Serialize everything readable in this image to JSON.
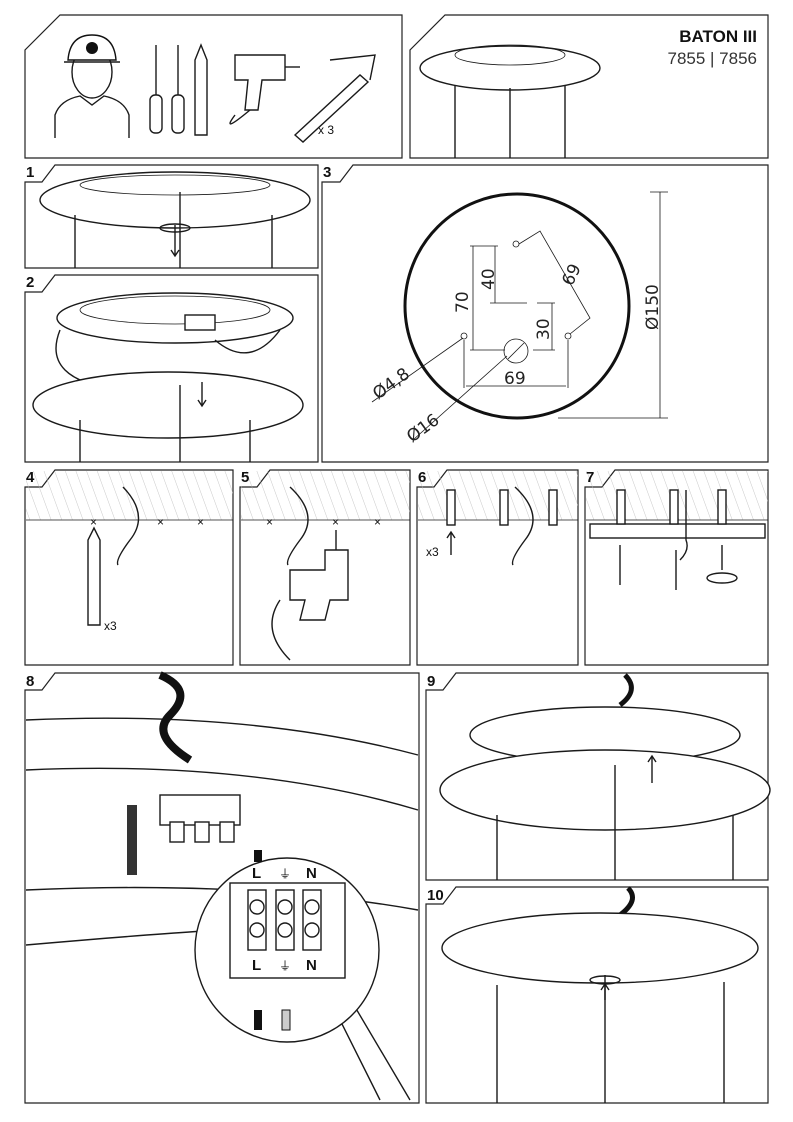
{
  "header": {
    "title": "BATON III",
    "models": "7855 | 7856",
    "tools_quantity": "x 3"
  },
  "steps": [
    "1",
    "2",
    "3",
    "4",
    "5",
    "6",
    "7",
    "8",
    "9",
    "10"
  ],
  "step3": {
    "dim_40": "40",
    "dim_70": "70",
    "dim_30": "30",
    "dim_69_horizontal": "69",
    "dim_69_diagonal": "69",
    "dim_diameter_150": "Ø150",
    "dim_hole_small": "Ø4,8",
    "dim_hole_large": "Ø16"
  },
  "step4": {
    "quantity": "x3"
  },
  "step6": {
    "quantity": "x3"
  },
  "wiring": {
    "live": "L",
    "neutral": "N"
  }
}
